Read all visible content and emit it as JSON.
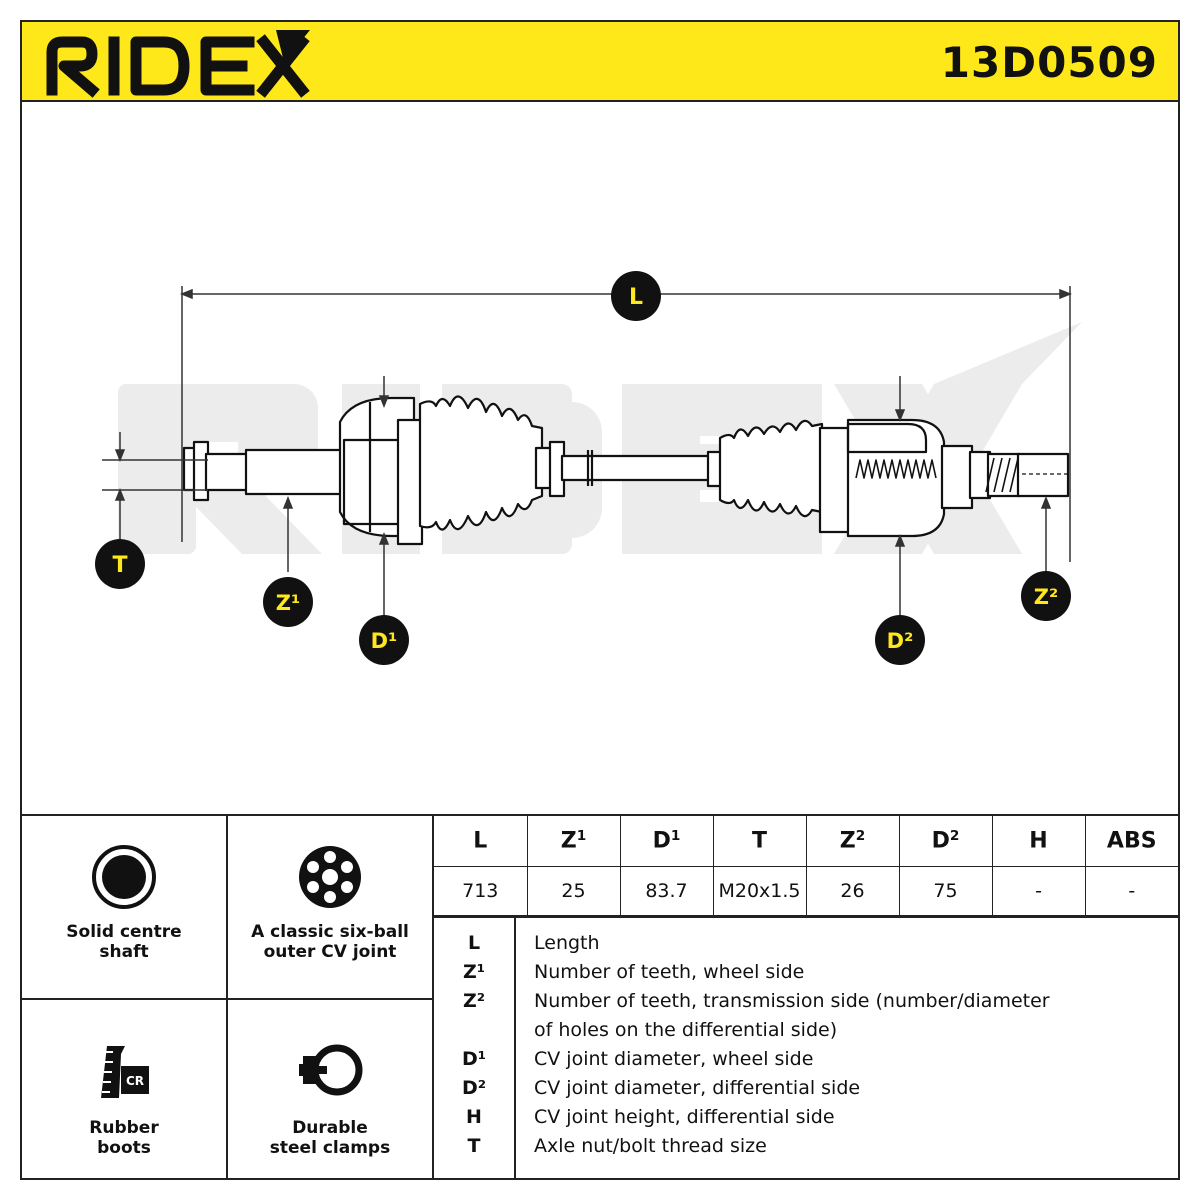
{
  "header": {
    "brand": "RIDEX",
    "part_number": "13D0509",
    "accent_color": "#ffe81a"
  },
  "diagram": {
    "watermark": "RIDEX",
    "callouts": {
      "L": "L",
      "T": "T",
      "Z1": "Z¹",
      "D1": "D¹",
      "D2": "D²",
      "Z2": "Z²"
    }
  },
  "features": [
    {
      "icon": "solid-shaft-icon",
      "label_line1": "Solid centre",
      "label_line2": "shaft"
    },
    {
      "icon": "six-ball-joint-icon",
      "label_line1": "A classic six-ball",
      "label_line2": "outer CV joint"
    },
    {
      "icon": "rubber-boot-cr-icon",
      "label_line1": "Rubber",
      "label_line2": "boots"
    },
    {
      "icon": "steel-clamp-icon",
      "label_line1": "Durable",
      "label_line2": "steel clamps"
    }
  ],
  "specs": {
    "headers": [
      {
        "base": "L",
        "sup": ""
      },
      {
        "base": "Z",
        "sup": "1"
      },
      {
        "base": "D",
        "sup": "1"
      },
      {
        "base": "T",
        "sup": ""
      },
      {
        "base": "Z",
        "sup": "2"
      },
      {
        "base": "D",
        "sup": "2"
      },
      {
        "base": "H",
        "sup": ""
      },
      {
        "base": "ABS",
        "sup": ""
      }
    ],
    "values": [
      "713",
      "25",
      "83.7",
      "M20x1.5",
      "26",
      "75",
      "-",
      "-"
    ]
  },
  "legend": [
    {
      "key": "L",
      "desc": "Length"
    },
    {
      "key": "Z¹",
      "desc": "Number of teeth, wheel side"
    },
    {
      "key": "Z²",
      "desc": "Number of teeth, transmission side (number/diameter"
    },
    {
      "key": "",
      "desc": "of holes on the differential side)"
    },
    {
      "key": "D¹",
      "desc": "CV joint diameter, wheel side"
    },
    {
      "key": "D²",
      "desc": "CV joint diameter, differential side"
    },
    {
      "key": "H",
      "desc": "CV joint height, differential side"
    },
    {
      "key": "T",
      "desc": "Axle nut/bolt thread size"
    }
  ]
}
